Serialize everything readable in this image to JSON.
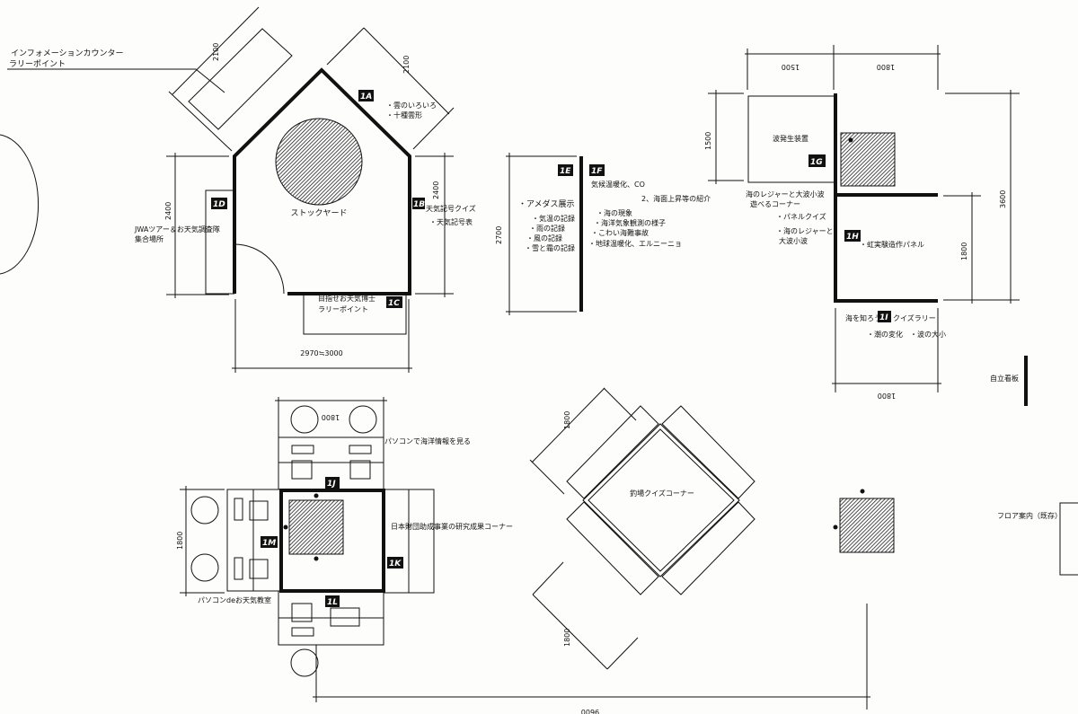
{
  "booth_tags": {
    "a": "1A",
    "b": "1B",
    "c": "1C",
    "d": "1D",
    "e": "1E",
    "f": "1F",
    "g": "1G",
    "h": "1H",
    "i": "1I",
    "j": "1J",
    "k": "1K",
    "l": "1L",
    "m": "1M"
  },
  "dimensions": {
    "info_counter": "2100",
    "roof_right": "2100",
    "house_left": "2400",
    "house_right": "2400",
    "house_width": "2970≒3000",
    "amedas_height": "2700",
    "wave_top_left": "1500",
    "wave_top_right": "1800",
    "wave_left": "1500",
    "wave_right_lower": "1800",
    "wave_right_total": "3600",
    "wave_bottom": "1800",
    "pc_top": "1800",
    "pc_left": "1800",
    "fishing_upper": "1800",
    "fishing_lower": "1800",
    "floor_total": "9600"
  },
  "labels": {
    "info_counter_1": "インフォメーションカウンター",
    "info_counter_2": "ラリーポイント",
    "clouds_1": "・雲のいろいろ",
    "clouds_2": "・十種雲形",
    "stockyard": "ストックヤード",
    "weather_symbol_quiz": "天気記号クイズ",
    "weather_symbol_table": "・天気記号表",
    "jwa_tour_1": "JWAツアー＆お天気調査隊",
    "jwa_tour_2": "集合場所",
    "rally_1": "目指せお天気博士",
    "rally_2": "ラリーポイント",
    "amedas": "・アメダス展示",
    "amedas_temp": "・気温の記録",
    "amedas_rain": "・雨の記録",
    "amedas_wind": "・風の記録",
    "amedas_snow": "・雪と霜の記録",
    "climate_1": "気候温暖化、CO",
    "climate_2": "2、海面上昇等の紹介",
    "sea_phenomena": "・海の現象",
    "sea_observation": "・海洋気象観測の様子",
    "sea_accident": "・こわい海難事故",
    "global_warming": "・地球温暖化、エルニーニョ",
    "wave_generator": "波発生装置",
    "leisure_1": "海のレジャーと大波小波",
    "leisure_2": "遊べるコーナー",
    "panel_quiz": "・パネルクイズ",
    "leisure_waves_1": "・海のレジャーと",
    "leisure_waves_2": "大波小波",
    "rainbow_panel": "・虹実験造作パネル",
    "sea_quiz_a": "海を知ろう",
    "sea_quiz_b": "クイズラリー",
    "sea_quiz_items": "・潮の変化　・波の大小",
    "signboard": "自立看板",
    "pc_ocean": "パソコンで海洋情報を見る",
    "research_corner": "日本財団助成事業の研究成果コーナー",
    "pc_weather_class": "パソコンdeお天気教室",
    "fishing_quiz": "釣場クイズコーナー",
    "floor_guide": "フロア案内（既存）"
  }
}
